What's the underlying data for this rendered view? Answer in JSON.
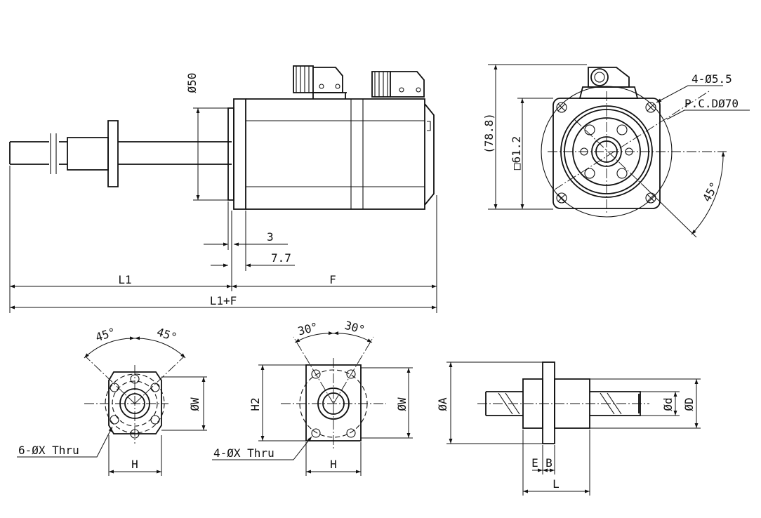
{
  "labels": {
    "shaft_dia": "Ø50",
    "height_total": "(78.8)",
    "flange_square": "□61.2",
    "holes_4": "4-Ø5.5",
    "pcd": "P.C.DØ70",
    "angle_45": "45°",
    "dim_3": "3",
    "dim_7_7": "7.7",
    "L1": "L1",
    "F": "F",
    "L1F": "L1+F",
    "nut6_angle_left": "45°",
    "nut6_angle_right": "45°",
    "nut6_W": "ØW",
    "nut6_H": "H",
    "nut6_holes": "6-ØX Thru",
    "nut4_angle_left": "30°",
    "nut4_angle_right": "30°",
    "nut4_H2": "H2",
    "nut4_W": "ØW",
    "nut4_H": "H",
    "nut4_holes": "4-ØX Thru",
    "screw_A": "ØA",
    "screw_d": "Ød",
    "screw_D": "ØD",
    "screw_E": "E",
    "screw_B": "B",
    "screw_L": "L"
  }
}
